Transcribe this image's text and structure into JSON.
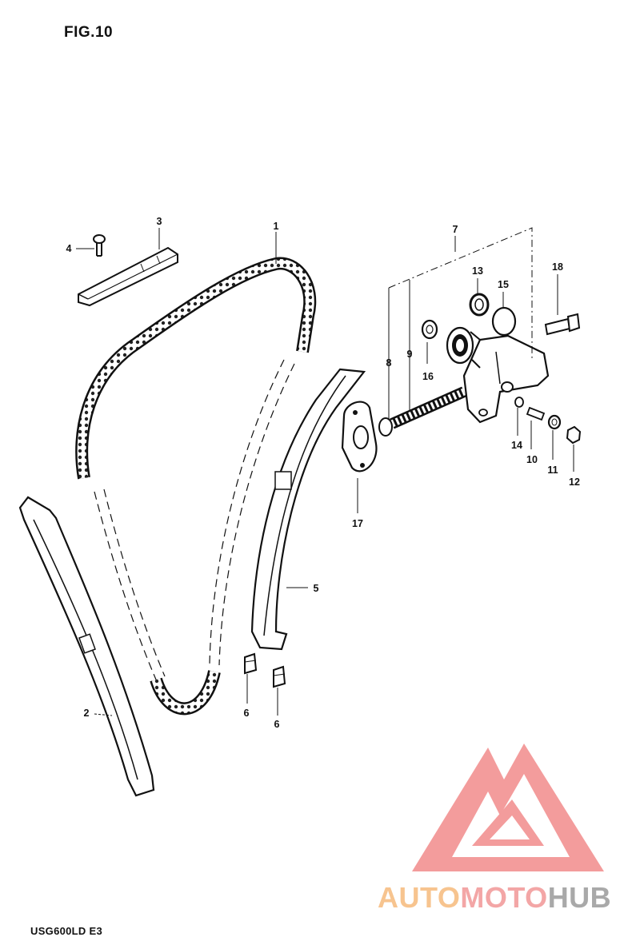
{
  "figure": {
    "title": "FIG.10",
    "footer_code": "USG600LD E3"
  },
  "callouts": [
    {
      "id": "1",
      "label": "1"
    },
    {
      "id": "2",
      "label": "2"
    },
    {
      "id": "3",
      "label": "3"
    },
    {
      "id": "4",
      "label": "4"
    },
    {
      "id": "5",
      "label": "5"
    },
    {
      "id": "6a",
      "label": "6"
    },
    {
      "id": "6b",
      "label": "6"
    },
    {
      "id": "7",
      "label": "7"
    },
    {
      "id": "8",
      "label": "8"
    },
    {
      "id": "9",
      "label": "9"
    },
    {
      "id": "10",
      "label": "10"
    },
    {
      "id": "11",
      "label": "11"
    },
    {
      "id": "12",
      "label": "12"
    },
    {
      "id": "13",
      "label": "13"
    },
    {
      "id": "14",
      "label": "14"
    },
    {
      "id": "15",
      "label": "15"
    },
    {
      "id": "16",
      "label": "16"
    },
    {
      "id": "17",
      "label": "17"
    },
    {
      "id": "18",
      "label": "18"
    }
  ],
  "watermark": {
    "part1": "AUTO",
    "part2": "MOTO",
    "part3": "HUB",
    "colors": {
      "part1": "#f7c48f",
      "part2": "#f3a6a6",
      "part3": "#a9a9a9",
      "logo": "#f28b8b"
    }
  }
}
